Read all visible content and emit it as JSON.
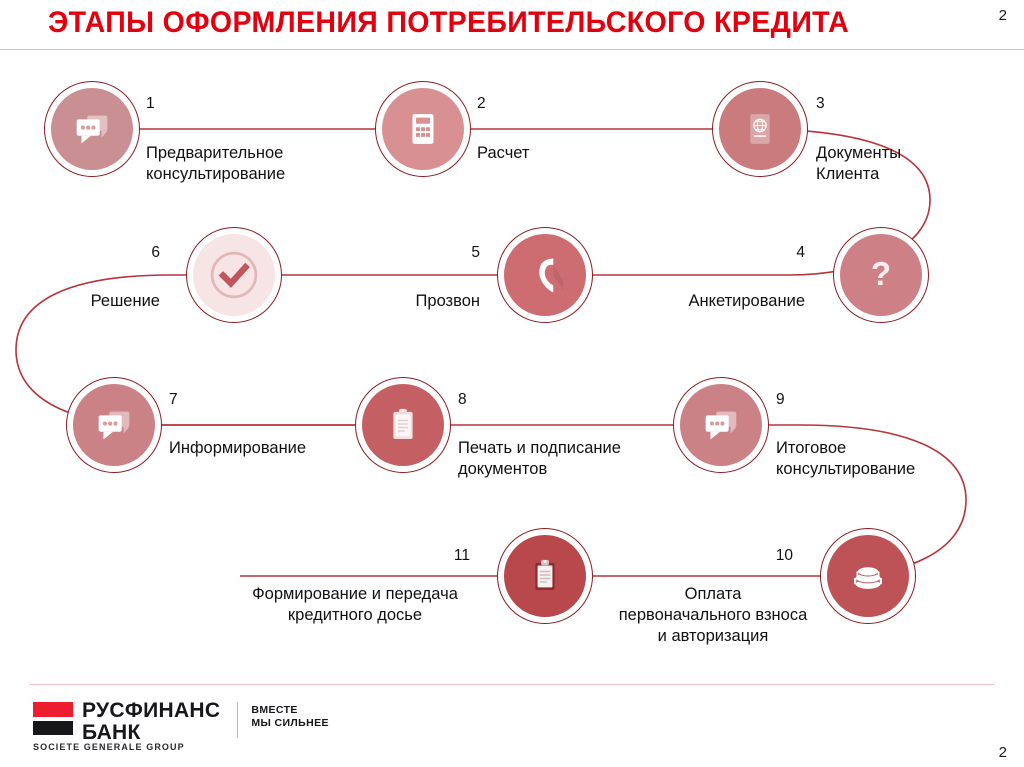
{
  "page": {
    "title": "ЭТАПЫ ОФОРМЛЕНИЯ ПОТРЕБИТЕЛЬСКОГО КРЕДИТА",
    "page_number_top": "2",
    "page_number_bottom": "2",
    "title_color": "#e2000f",
    "accent_line_color": "#c0392b",
    "ring_color": "#8c1c20"
  },
  "steps": [
    {
      "number": "1",
      "label": "Предварительное\nконсультирование",
      "icon": "chat-bubbles-icon",
      "disc_color": "#ca8f92"
    },
    {
      "number": "2",
      "label": "Расчет",
      "icon": "calculator-icon",
      "disc_color": "#d89093"
    },
    {
      "number": "3",
      "label": "Документы\nКлиента",
      "icon": "passport-icon",
      "disc_color": "#c97b7e"
    },
    {
      "number": "4",
      "label": "Анкетирование",
      "icon": "question-mark-icon",
      "disc_color": "#cd8086"
    },
    {
      "number": "5",
      "label": "Прозвон",
      "icon": "phone-icon",
      "disc_color": "#cd6d72"
    },
    {
      "number": "6",
      "label": "Решение",
      "icon": "check-mark-icon",
      "disc_color": "#f7e4e4"
    },
    {
      "number": "7",
      "label": "Информирование",
      "icon": "chat-bubbles-icon",
      "disc_color": "#cb8287"
    },
    {
      "number": "8",
      "label": "Печать и подписание\nдокументов",
      "icon": "clipboard-icon",
      "disc_color": "#c45f63"
    },
    {
      "number": "9",
      "label": "Итоговое\nконсультирование",
      "icon": "chat-bubbles-icon",
      "disc_color": "#cb8287"
    },
    {
      "number": "10",
      "label": "Оплата\nпервоначального взноса\nи авторизация",
      "icon": "coins-icon",
      "disc_color": "#bd5357"
    },
    {
      "number": "11",
      "label": "Формирование и передача\nкредитного досье",
      "icon": "clipboard-icon",
      "disc_color": "#b9484c"
    }
  ],
  "footer": {
    "brand_line1": "РУСФИНАНС",
    "brand_line2": "БАНК",
    "tagline": "ВМЕСТЕ\nМЫ СИЛЬНЕЕ",
    "group": "SOCIETE GENERALE GROUP",
    "mark_red": "#ed1c2e",
    "mark_black": "#17161a"
  }
}
